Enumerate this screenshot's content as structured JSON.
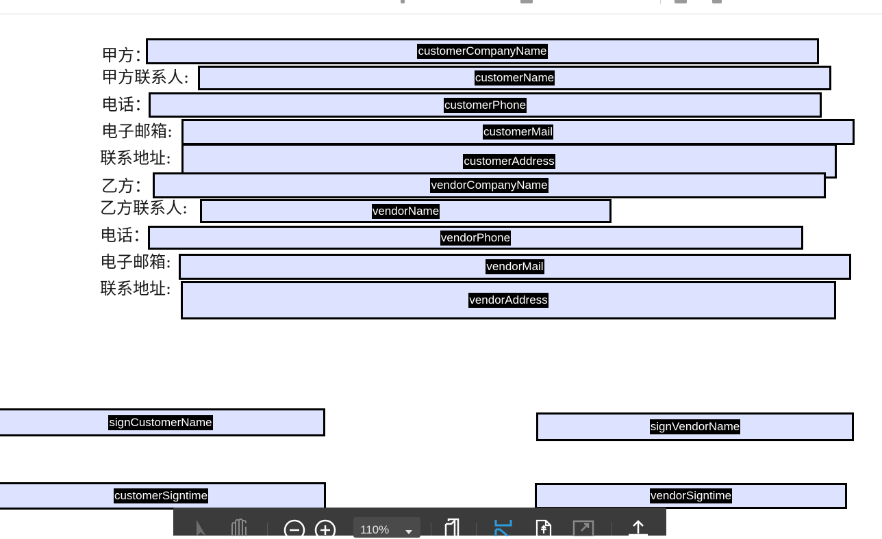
{
  "party_a": {
    "company_label": "甲方：",
    "contact_label": "甲方联系人:",
    "phone_label": "电话：",
    "email_label": "电子邮箱:",
    "address_label": "联系地址:"
  },
  "party_b": {
    "company_label": "乙方：",
    "contact_label": "乙方联系人:",
    "phone_label": "电话：",
    "email_label": "电子邮箱:",
    "address_label": "联系地址:"
  },
  "fields": {
    "customerCompanyName": "customerCompanyName",
    "customerName": "customerName",
    "customerPhone": "customerPhone",
    "customerMail": "customerMail",
    "customerAddress": "customerAddress",
    "vendorCompanyName": "vendorCompanyName",
    "vendorName": "vendorName",
    "vendorPhone": "vendorPhone",
    "vendorMail": "vendorMail",
    "vendorAddress": "vendorAddress",
    "signCustomerName": "signCustomerName",
    "signVendorName": "signVendorName",
    "customerSigntime": "customerSigntime",
    "vendorSigntime": "vendorSigntime"
  },
  "toolbar": {
    "zoom_value": "110%",
    "icons": [
      "select-pointer-icon",
      "hand-pan-icon",
      "zoom-out-icon",
      "zoom-in-icon",
      "page-copy-icon",
      "field-edit-icon",
      "fit-page-icon",
      "fullscreen-icon",
      "upload-icon"
    ]
  },
  "colors": {
    "field_fill": "#dde3ff",
    "field_border": "#000000",
    "toolbar_bg": "#3b3b3b",
    "accent": "#2d9cdb"
  }
}
